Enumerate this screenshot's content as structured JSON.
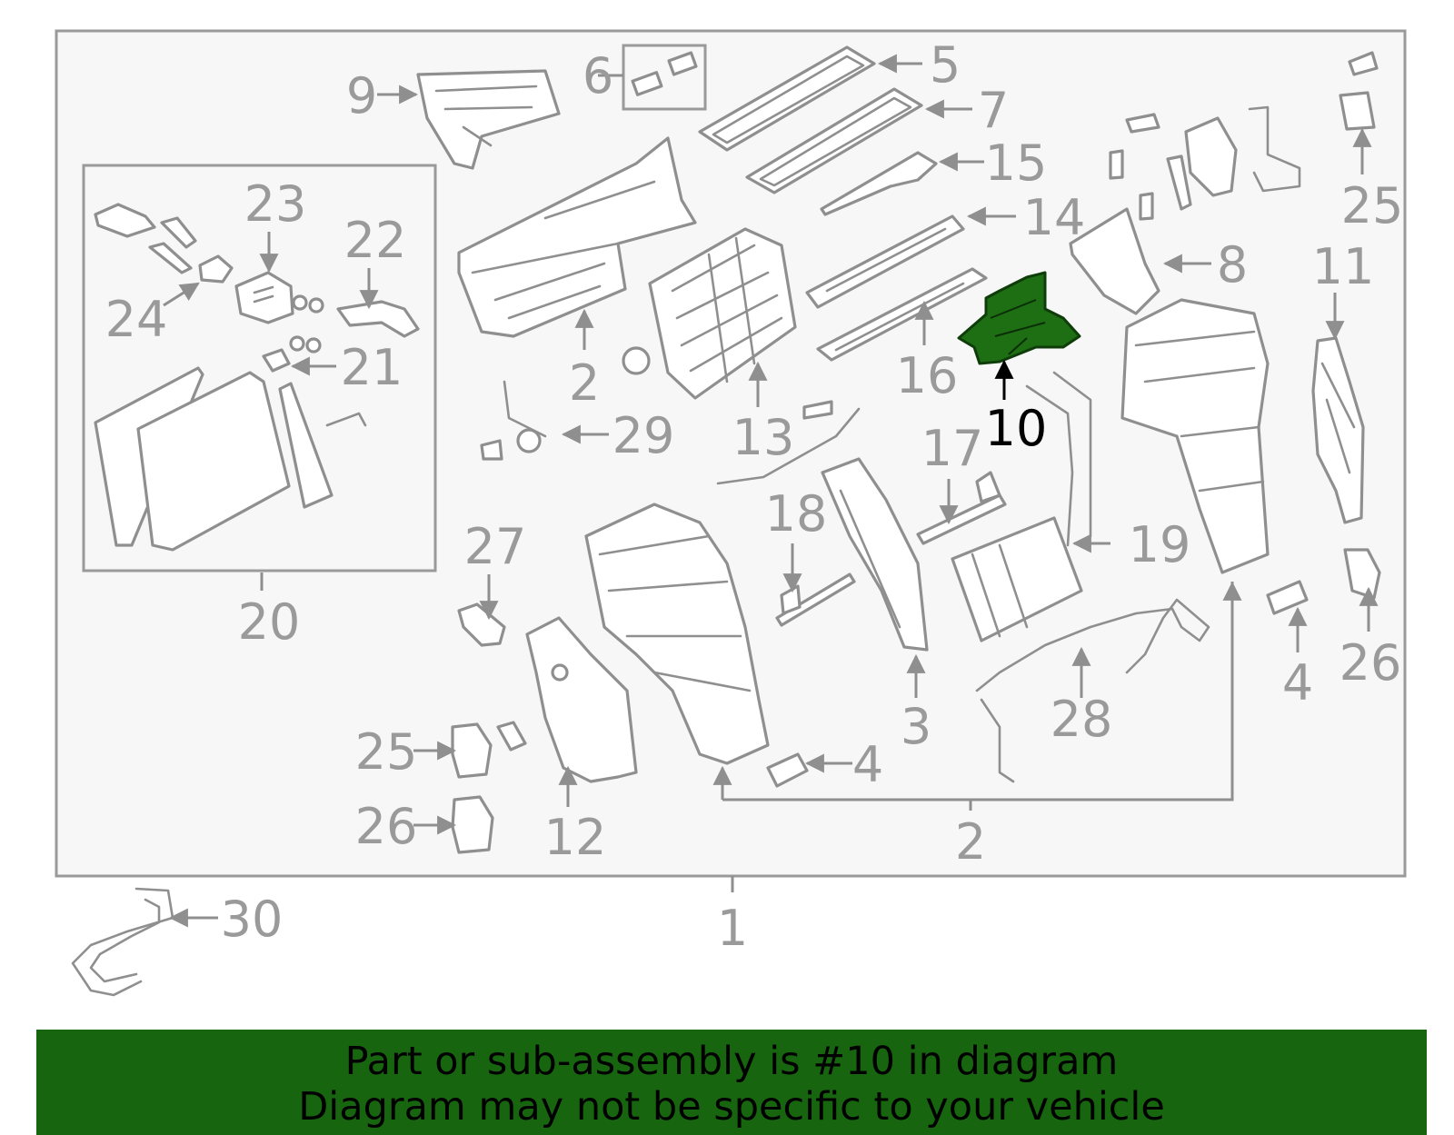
{
  "diagram": {
    "highlight_color": "#1e6e14",
    "callouts": [
      {
        "id": "c1",
        "label": "1"
      },
      {
        "id": "c2a",
        "label": "2"
      },
      {
        "id": "c2b",
        "label": "2"
      },
      {
        "id": "c3",
        "label": "3"
      },
      {
        "id": "c4a",
        "label": "4"
      },
      {
        "id": "c4b",
        "label": "4"
      },
      {
        "id": "c5",
        "label": "5"
      },
      {
        "id": "c6",
        "label": "6"
      },
      {
        "id": "c7",
        "label": "7"
      },
      {
        "id": "c8",
        "label": "8"
      },
      {
        "id": "c9",
        "label": "9"
      },
      {
        "id": "c10",
        "label": "10",
        "highlighted": true
      },
      {
        "id": "c11",
        "label": "11"
      },
      {
        "id": "c12",
        "label": "12"
      },
      {
        "id": "c13",
        "label": "13"
      },
      {
        "id": "c14",
        "label": "14"
      },
      {
        "id": "c15",
        "label": "15"
      },
      {
        "id": "c16",
        "label": "16"
      },
      {
        "id": "c17",
        "label": "17"
      },
      {
        "id": "c18",
        "label": "18"
      },
      {
        "id": "c19",
        "label": "19"
      },
      {
        "id": "c20",
        "label": "20"
      },
      {
        "id": "c21",
        "label": "21"
      },
      {
        "id": "c22",
        "label": "22"
      },
      {
        "id": "c23",
        "label": "23"
      },
      {
        "id": "c24",
        "label": "24"
      },
      {
        "id": "c25a",
        "label": "25"
      },
      {
        "id": "c25b",
        "label": "25"
      },
      {
        "id": "c26a",
        "label": "26"
      },
      {
        "id": "c26b",
        "label": "26"
      },
      {
        "id": "c27",
        "label": "27"
      },
      {
        "id": "c28",
        "label": "28"
      },
      {
        "id": "c29",
        "label": "29"
      },
      {
        "id": "c30",
        "label": "30"
      }
    ]
  },
  "banner": {
    "line1": "Part or sub-assembly is #10 in diagram",
    "line2": "Diagram may not be specific to your vehicle",
    "background": "#17650f"
  }
}
